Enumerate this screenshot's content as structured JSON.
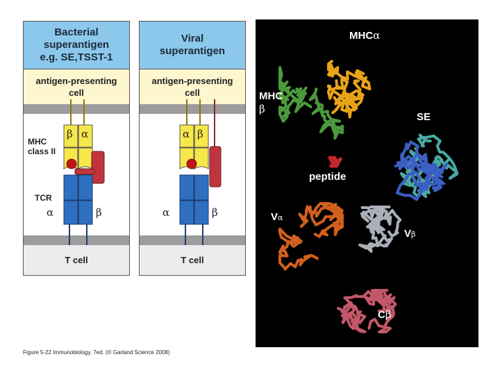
{
  "panels": {
    "bacterial": {
      "title_line1": "Bacterial",
      "title_line2": "superantigen",
      "title_line3": "e.g. SE,TSST-1",
      "apc_line1": "antigen-presenting",
      "apc_line2": "cell",
      "mhc_label_line1": "MHC",
      "mhc_label_line2": "class II",
      "mhc_left_chain": "β",
      "mhc_right_chain": "α",
      "tcr_label": "TCR",
      "tcr_left_chain": "α",
      "tcr_right_chain": "β",
      "tcell_label": "T cell"
    },
    "viral": {
      "title_line1": "Viral",
      "title_line2": "superantigen",
      "apc_line1": "antigen-presenting",
      "apc_line2": "cell",
      "mhc_left_chain": "α",
      "mhc_right_chain": "β",
      "tcr_left_chain": "α",
      "tcr_right_chain": "β",
      "tcell_label": "T cell"
    }
  },
  "structure": {
    "labels": {
      "mhc_alpha_text": "MHC",
      "mhc_alpha_greek": "α",
      "mhc_beta_text": "MHC",
      "mhc_beta_greek": "β",
      "se": "SE",
      "peptide": "peptide",
      "v_alpha_text": "V",
      "v_alpha_greek": "α",
      "v_beta_text": "V",
      "v_beta_greek": "β",
      "c_beta_text": "C",
      "c_beta_greek": "β"
    },
    "colors": {
      "mhc_alpha": "#e8a317",
      "mhc_beta": "#4c9a3c",
      "se_blue": "#3b5fc4",
      "se_teal": "#4aa9a4",
      "peptide": "#c0282a",
      "v_alpha": "#d2601e",
      "v_beta": "#a9b0b8",
      "c_beta": "#c45868"
    }
  },
  "colors": {
    "header_blue": "#8cc8ec",
    "apc_yellow": "#fdf6cf",
    "mhc_yellow": "#f6e84a",
    "tcr_blue": "#2f6fc0",
    "superantigen_red": "#c0353d",
    "peptide_red": "#c0141a",
    "membrane_gray": "#9c9c9c"
  },
  "caption": "Figure 5-22  Immunobiology, 7ed. (© Garland Science 2008)"
}
